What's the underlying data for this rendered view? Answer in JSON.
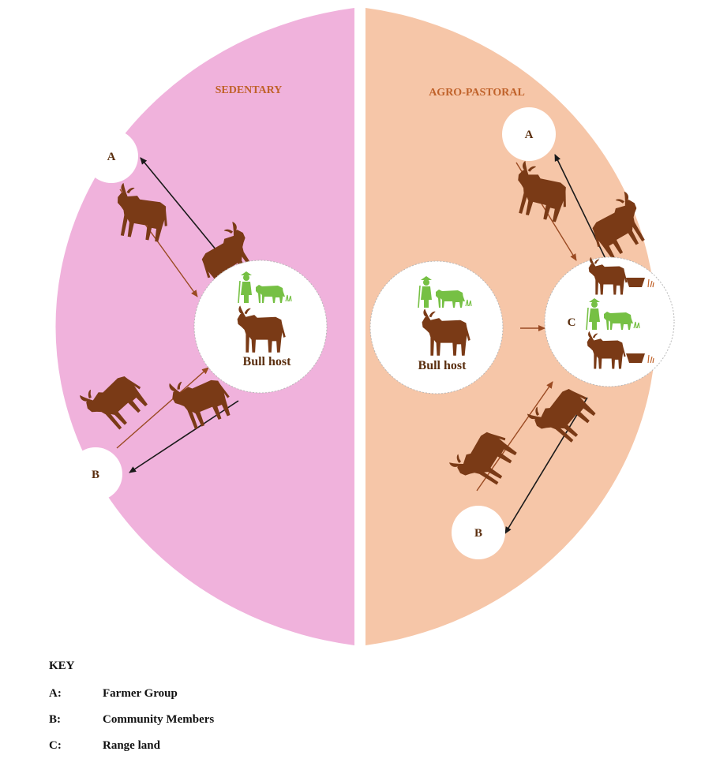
{
  "panels": {
    "left_title": "SEDENTARY",
    "right_title": "AGRO-PASTORAL"
  },
  "nodes": {
    "a": "A",
    "b": "B",
    "c": "C",
    "bull_host": "Bull host"
  },
  "key": {
    "title": "KEY",
    "items": [
      {
        "code": "A:",
        "label": "Farmer Group"
      },
      {
        "code": "B:",
        "label": "Community Members"
      },
      {
        "code": "C:",
        "label": "Range land"
      }
    ]
  },
  "colors": {
    "sedentary_bg": "#f0b2dc",
    "agropastoral_bg": "#f6c6a8",
    "title_text": "#c0622a",
    "cattle": "#7a3a16",
    "herder_green": "#76c044",
    "arrow_black": "#1a1a1a",
    "arrow_brown": "#9a4a22"
  },
  "icons": [
    "cow-icon",
    "herder-with-cow-icon",
    "feeding-trough-icon"
  ]
}
